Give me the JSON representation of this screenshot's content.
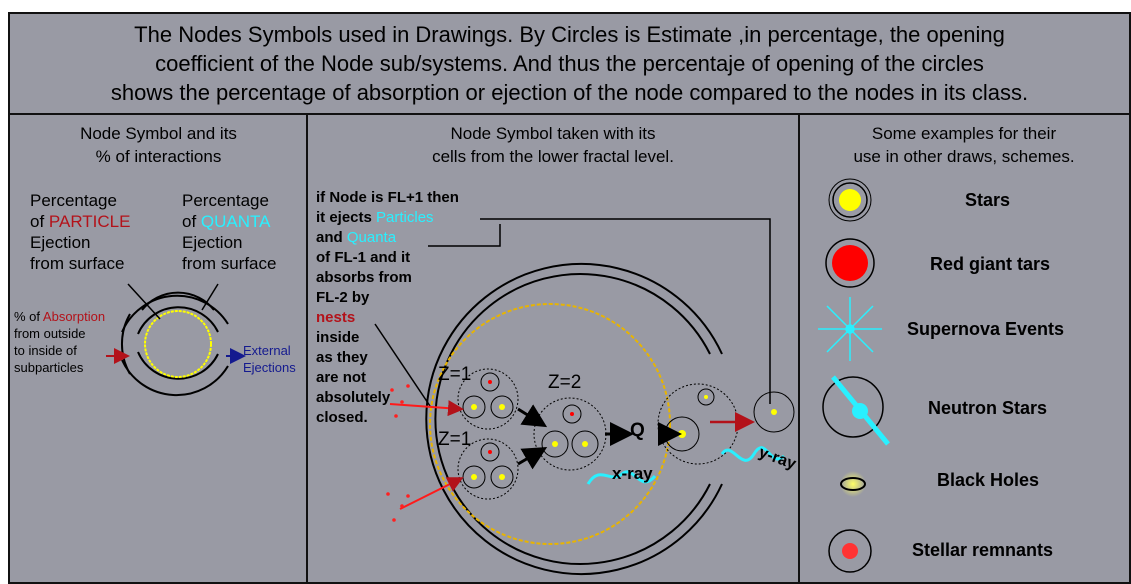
{
  "header": {
    "line1": "The Nodes Symbols used in Drawings. By Circles is Estimate ,in percentage,  the opening",
    "line2": "coefficient of the Node sub/systems.  And thus the percentaje of opening  of the circles",
    "line3": "shows the percentage of absorption or ejection of the node compared to the nodes in its class."
  },
  "left_panel": {
    "title1": "Node Symbol  and its",
    "title2": "% of interactions",
    "particle": {
      "l1": "Percentage",
      "l2a": "of ",
      "l2b": "PARTICLE",
      "l3": "Ejection",
      "l4": "from surface"
    },
    "quanta": {
      "l1": "Percentage",
      "l2a": "of ",
      "l2b": "QUANTA",
      "l3": "Ejection",
      "l4": "from surface"
    },
    "absorption": {
      "l1a": "% of ",
      "l1b": "Absorption",
      "l2": "from outside",
      "l3": "to inside of",
      "l4": "subparticles"
    },
    "external": {
      "l1": "External",
      "l2": "Ejections"
    }
  },
  "middle_panel": {
    "title1": "Node Symbol taken with its",
    "title2": "cells from the lower fractal level.",
    "text": {
      "l1": "if Node is FL+1 then",
      "l2a": "it ejects ",
      "l2b": "Particles",
      "l3a": "and ",
      "l3b": "Quanta",
      "l4": "of FL-1 and it",
      "l5": "absorbs from",
      "l6": "FL-2 by",
      "l7": "nests",
      "l8": "inside",
      "l9": "as they",
      "l10": "are not",
      "l11": "absolutely",
      "l12": "closed."
    },
    "z_top": "Z=1",
    "z_bottom": "Z=1",
    "z_mid": "Z=2",
    "q": "Q",
    "xray": "x-ray",
    "yray": "y-ray"
  },
  "right_panel": {
    "title1": "Some examples for their",
    "title2": "use in other draws, schemes.",
    "items": [
      {
        "label": "Stars",
        "icon": "star-icon"
      },
      {
        "label": "Red giant tars",
        "icon": "red-giant-icon"
      },
      {
        "label": "Supernova  Events",
        "icon": "supernova-icon"
      },
      {
        "label": "Neutron Stars",
        "icon": "neutron-star-icon"
      },
      {
        "label": "Black Holes",
        "icon": "black-hole-icon"
      },
      {
        "label": "Stellar remnants",
        "icon": "stellar-remnant-icon"
      }
    ]
  },
  "colors": {
    "background": "#999aa4",
    "particle": "#b3121a",
    "quanta": "#29f0ff",
    "external": "#141a8f",
    "nest": "#e8b400",
    "star": "#ffff00",
    "red_giant": "#ff0000"
  }
}
